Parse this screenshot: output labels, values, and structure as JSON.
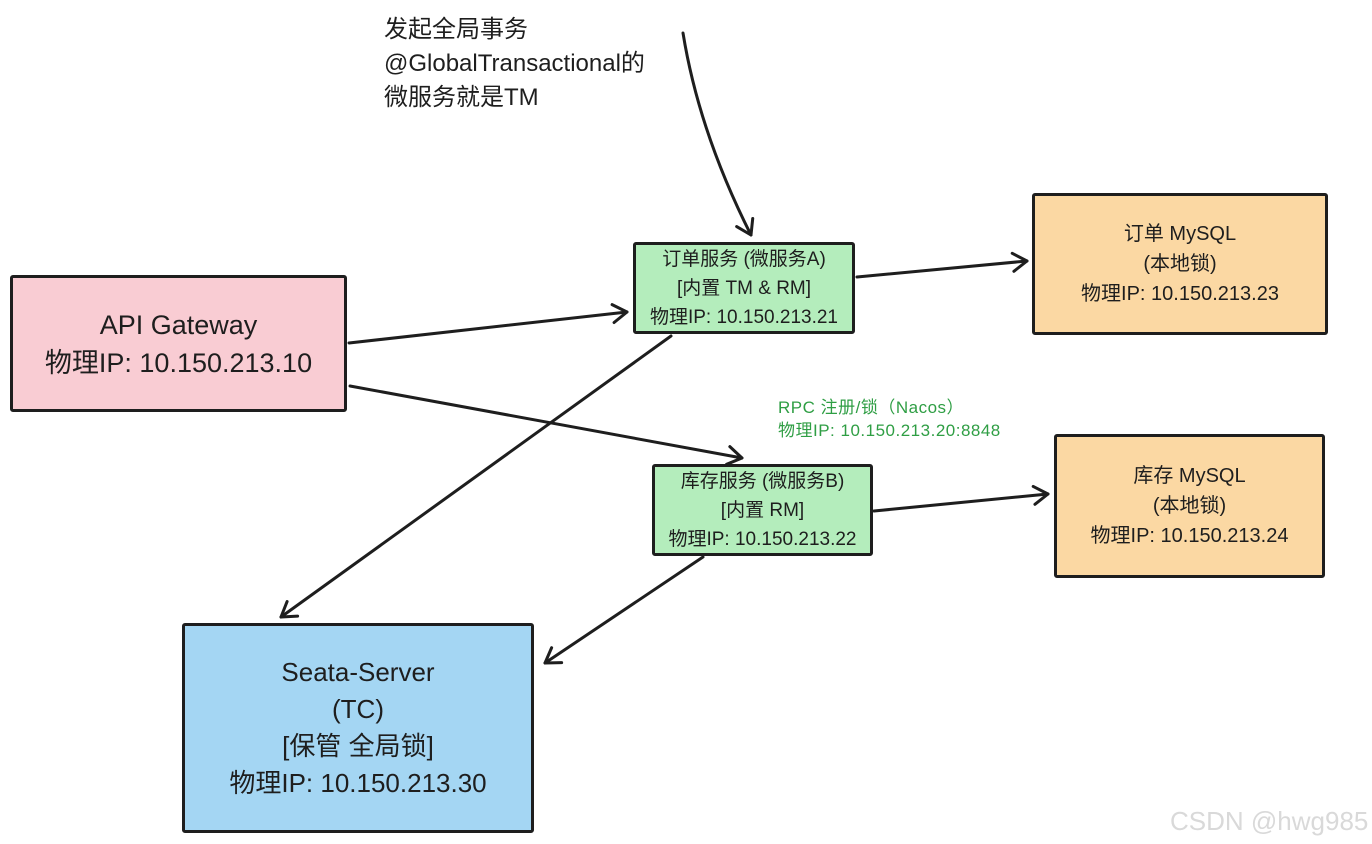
{
  "page": {
    "background": "#ffffff",
    "stroke_color": "#1e1e1e"
  },
  "annotations": {
    "tm_note": {
      "lines": [
        "发起全局事务",
        "@GlobalTransactional的",
        "微服务就是TM"
      ]
    },
    "nacos_note": {
      "lines": [
        "RPC 注册/锁（Nacos）",
        "物理IP: 10.150.213.20:8848"
      ],
      "color": "#2f9e44"
    }
  },
  "nodes": {
    "api_gateway": {
      "lines": [
        "API Gateway",
        "物理IP: 10.150.213.10"
      ],
      "fill": "#f9ccd3"
    },
    "order_service": {
      "lines": [
        "订单服务 (微服务A)",
        "[内置 TM & RM]",
        "物理IP: 10.150.213.21"
      ],
      "fill": "#b4edbc"
    },
    "order_mysql": {
      "lines": [
        "订单 MySQL",
        "(本地锁)",
        "物理IP: 10.150.213.23"
      ],
      "fill": "#fbd8a3"
    },
    "stock_service": {
      "lines": [
        "库存服务 (微服务B)",
        "[内置 RM]",
        "物理IP: 10.150.213.22"
      ],
      "fill": "#b4edbc"
    },
    "stock_mysql": {
      "lines": [
        "库存 MySQL",
        "(本地锁)",
        "物理IP: 10.150.213.24"
      ],
      "fill": "#fbd8a3"
    },
    "seata_server": {
      "lines": [
        "Seata-Server",
        "(TC)",
        "[保管 全局锁]",
        "物理IP: 10.150.213.30"
      ],
      "fill": "#a4d6f3"
    }
  },
  "edges": [
    {
      "id": "note-to-order-service",
      "from": "tm-note",
      "to": "order-service"
    },
    {
      "id": "gateway-to-order-service",
      "from": "api-gateway",
      "to": "order-service"
    },
    {
      "id": "gateway-to-stock-service",
      "from": "api-gateway",
      "to": "stock-service"
    },
    {
      "id": "order-service-to-seata",
      "from": "order-service",
      "to": "seata-server"
    },
    {
      "id": "order-service-to-order-mysql",
      "from": "order-service",
      "to": "order-mysql"
    },
    {
      "id": "stock-service-to-stock-mysql",
      "from": "stock-service",
      "to": "stock-mysql"
    },
    {
      "id": "stock-service-to-seata",
      "from": "stock-service",
      "to": "seata-server"
    }
  ],
  "watermark": {
    "text": "CSDN @hwg985",
    "color": "#d9d9d9"
  }
}
